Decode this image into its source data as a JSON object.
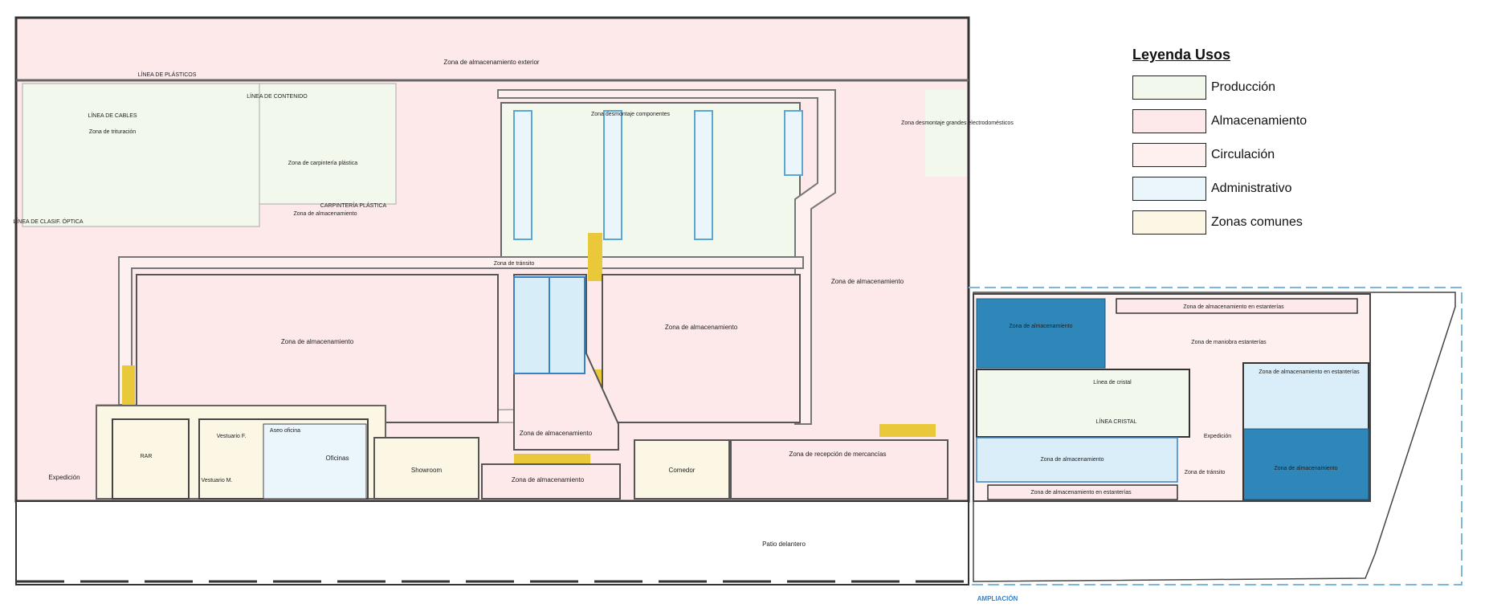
{
  "legend": {
    "title": "Leyenda Usos",
    "items": [
      {
        "label": "Producción",
        "color": "#f3f8ec"
      },
      {
        "label": "Almacenamiento",
        "color": "#fde8ea"
      },
      {
        "label": "Circulación",
        "color": "#fdf0ee"
      },
      {
        "label": "Administrativo",
        "color": "#eaf5fc"
      },
      {
        "label": "Zonas comunes",
        "color": "#fbf7e4"
      }
    ]
  },
  "labels": {
    "exterior_storage": "Zona de almacenamiento exterior",
    "plastics_line": "LÍNEA DE PLÁSTICOS",
    "cables_line": "LÍNEA DE CABLES",
    "crushing_zone": "Zona de trituración",
    "content_line": "LÍNEA DE CONTENIDO",
    "plastic_carpentry_zone": "Zona de carpintería plástica",
    "plastic_carpentry": "CARPINTERÍA PLÁSTICA",
    "storage_zone_small": "Zona de almacenamiento",
    "optical_sort_line": "LÍNEA DE CLASIF. ÓPTICA",
    "dismantling_components": "Zona desmontaje componentes",
    "dismantling_large": "Zona desmontaje grandes electrodomésticos",
    "transit_zone": "Zona de tránsito",
    "storage_left": "Zona de almacenamiento",
    "storage_mid": "Zona de almacenamiento",
    "storage_right": "Zona de almacenamiento",
    "storage_center_low": "Zona de almacenamiento",
    "storage_bottom": "Zona de almacenamiento",
    "expedition_left": "Expedición",
    "rar": "RAR",
    "locker_f": "Vestuario F.",
    "locker_m": "Vestuario M.",
    "toilet_offices": "Aseo oficina",
    "offices": "Oficinas",
    "showroom": "Showroom",
    "dining": "Comedor",
    "goods_reception": "Zona de recepción de mercancías",
    "shelf_storage_top": "Zona de almacenamiento en estanterías",
    "storage_ext_blue": "Zona de almacenamiento",
    "shelf_maneuver": "Zona de maniobra estanterías",
    "glass_line_zone": "Línea de cristal",
    "glass_line": "LÍNEA CRISTAL",
    "shelf_storage_right": "Zona de almacenamiento en estanterías",
    "expedition_right": "Expedición",
    "storage_ext_bottom": "Zona de almacenamiento",
    "transit_right": "Zona de tránsito",
    "storage_ext_right": "Zona de almacenamiento",
    "shelf_storage_bottom": "Zona de almacenamiento en estanterías",
    "front_yard": "Patio delantero",
    "extension": "AMPLIACIÓN"
  }
}
